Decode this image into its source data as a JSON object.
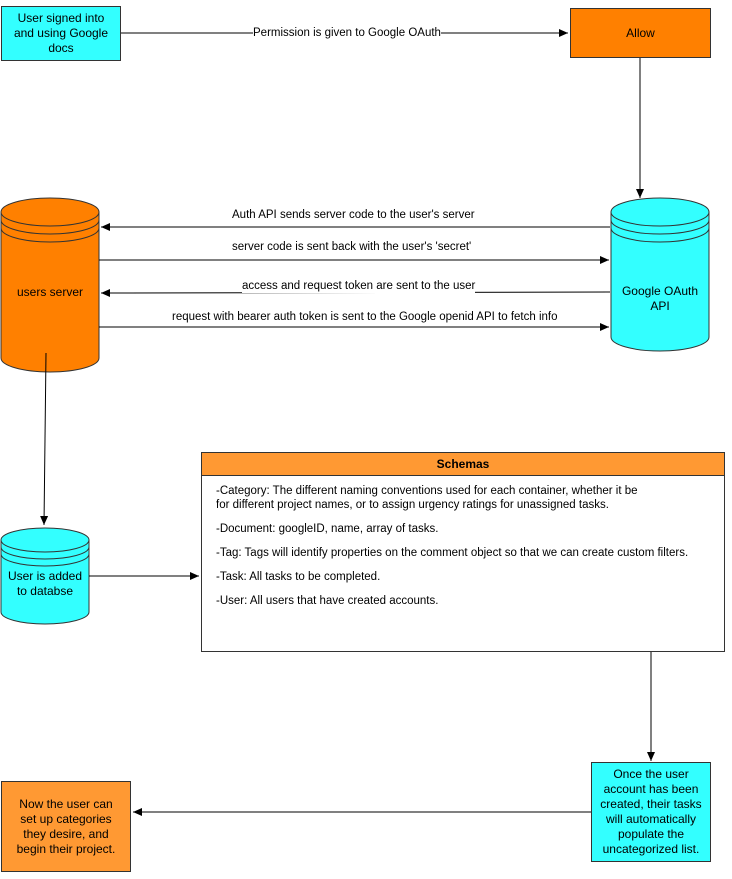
{
  "nodes": {
    "user_signed_in": "User signed into and using Google docs",
    "allow": "Allow",
    "users_server": "users server",
    "google_oauth_api": "Google OAuth API",
    "user_added": "User is added to databse",
    "once_created": "Once the user account has been created, their tasks will automatically populate the uncategorized list.",
    "now_user": "Now the user can set up categories they desire, and begin their project."
  },
  "edges": {
    "permission": "Permission is given to Google OAuth",
    "auth_api_sends": "Auth API sends server code to the user's server",
    "server_code_back": "server code is sent back with the user's 'secret'",
    "access_token": "access and request token are sent to the user",
    "bearer_request": "request with bearer auth token is sent to the Google openid API to fetch info"
  },
  "schemas": {
    "title": "Schemas",
    "items": [
      "-Category: The different naming conventions used for each container, whether it be\n for different project names, or to assign urgency ratings for unassigned tasks.",
      "-Document: googleID, name, array of tasks.",
      "-Tag: Tags will identify properties on the comment object so that we can create custom filters.",
      "-Task: All tasks to be completed.",
      "-User: All users that have created accounts."
    ]
  },
  "colors": {
    "cyan": "#33ffff",
    "orange": "#ff8000",
    "light_orange": "#ff9933",
    "stroke": "#333333"
  }
}
